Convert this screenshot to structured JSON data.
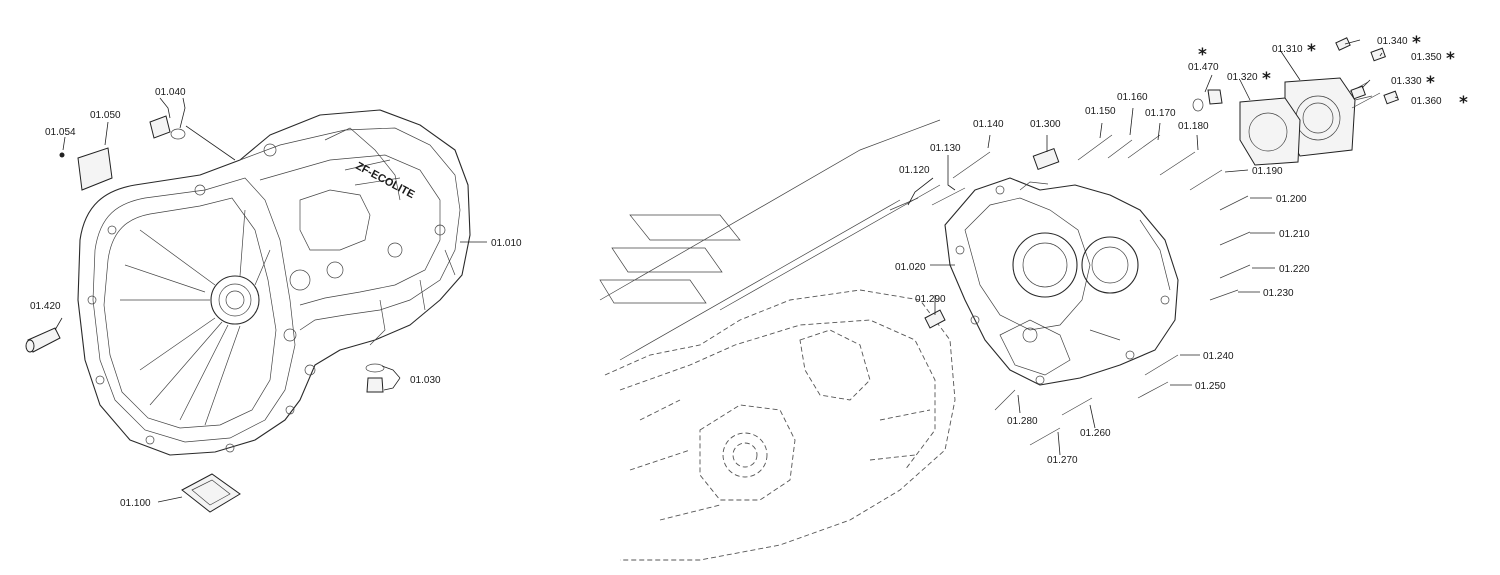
{
  "diagram": {
    "housing_brand_text": "ZF-ECOLITE",
    "labels": {
      "p01010": "01.010",
      "p01020": "01.020",
      "p01030": "01.030",
      "p01040": "01.040",
      "p01050": "01.050",
      "p01054": "01.054",
      "p01100": "01.100",
      "p01120": "01.120",
      "p01130": "01.130",
      "p01140": "01.140",
      "p01150": "01.150",
      "p01160": "01.160",
      "p01170": "01.170",
      "p01180": "01.180",
      "p01190": "01.190",
      "p01200": "01.200",
      "p01210": "01.210",
      "p01220": "01.220",
      "p01230": "01.230",
      "p01240": "01.240",
      "p01250": "01.250",
      "p01260": "01.260",
      "p01270": "01.270",
      "p01280": "01.280",
      "p01290": "01.290",
      "p01300": "01.300",
      "p01310": "01.310",
      "p01320": "01.320",
      "p01330": "01.330",
      "p01340": "01.340",
      "p01350": "01.350",
      "p01360": "01.360",
      "p01420": "01.420",
      "p01470": "01.470"
    },
    "star_symbol": "*"
  }
}
